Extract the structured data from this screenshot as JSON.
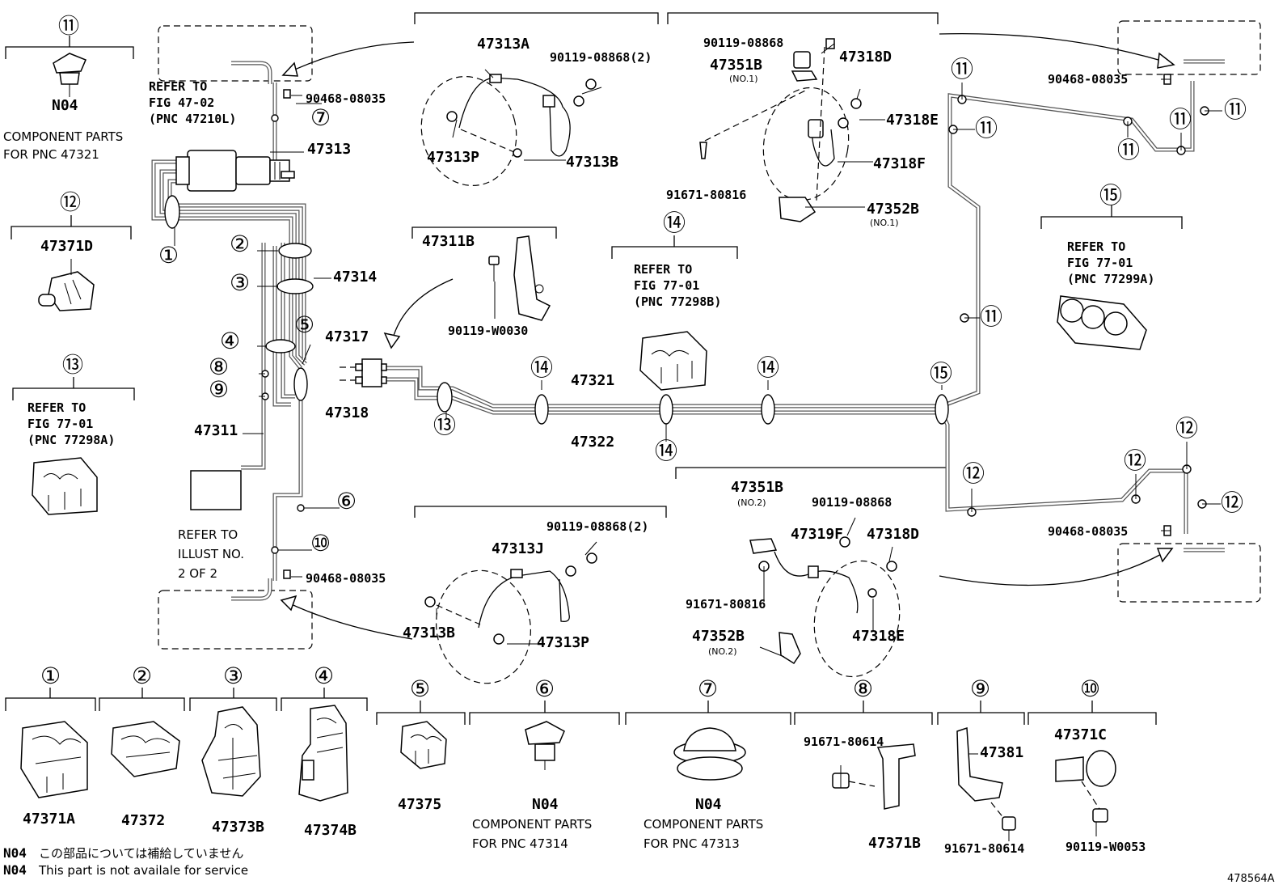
{
  "diagram_id": "478564A",
  "notes": {
    "n04_code": "N04",
    "n04_jp": "この部品については補給していません",
    "n04_en": "This part is not availale for service"
  },
  "parts": {
    "p47313A": "47313A",
    "p90119_08868_2a": "90119-08868(2)",
    "p47313P_top": "47313P",
    "p47313B_top": "47313B",
    "p90119_08868_top": "90119-08868",
    "p47351B_top": "47351B",
    "p47351B_top_sub": "(NO.1)",
    "p47318D_top": "47318D",
    "p47318E_top": "47318E",
    "p47318F": "47318F",
    "p91671_80816_top": "91671-80816",
    "p47352B_top": "47352B",
    "p47352B_top_sub": "(NO.1)",
    "p90468_top_left": "90468-08035",
    "p47313": "47313",
    "p47314": "47314",
    "p47317": "47317",
    "p47318": "47318",
    "p47311": "47311",
    "p47311B": "47311B",
    "p90119_W0030": "90119-W0030",
    "p47321": "47321",
    "p47322": "47322",
    "p47371D": "47371D",
    "p90468_bottom_left": "90468-08035",
    "p90468_top_right": "90468-08035",
    "p90468_bottom_right": "90468-08035",
    "p90119_08868_2b": "90119-08868(2)",
    "p47313J": "47313J",
    "p47313B_bot": "47313B",
    "p47313P_bot": "47313P",
    "p47351B_bot": "47351B",
    "p47351B_bot_sub": "(NO.2)",
    "p90119_08868_bot": "90119-08868",
    "p47319F": "47319F",
    "p47318D_bot": "47318D",
    "p91671_80816_bot": "91671-80816",
    "p47352B_bot": "47352B",
    "p47352B_bot_sub": "(NO.2)",
    "p47318E_bot": "47318E",
    "p47371A": "47371A",
    "p47372": "47372",
    "p47373B": "47373B",
    "p47374B": "47374B",
    "p47375": "47375",
    "p91671_80614_a": "91671-80614",
    "p47371B": "47371B",
    "p47381": "47381",
    "p91671_80614_b": "91671-80614",
    "p47371C": "47371C",
    "p90119_W0053": "90119-W0053"
  },
  "refs": {
    "fig4702_1": "REFER TO",
    "fig4702_2": "FIG 47-02",
    "fig4702_3": "(PNC 47210L)",
    "fig77_b_1": "REFER TO",
    "fig77_b_2": "FIG 77-01",
    "fig77_b_3": "(PNC 77298B)",
    "fig77_a_1": "REFER TO",
    "fig77_a_2": "FIG 77-01",
    "fig77_a_3": "(PNC 77298A)",
    "fig77_c_1": "REFER TO",
    "fig77_c_2": "FIG 77-01",
    "fig77_c_3": "(PNC 77299A)",
    "illust_1": "REFER TO",
    "illust_2": "ILLUST NO.",
    "illust_3": "2 OF 2"
  },
  "components": {
    "c11_code": "N04",
    "c11_1": "COMPONENT PARTS",
    "c11_2": "FOR PNC 47321",
    "c6_code": "N04",
    "c6_1": "COMPONENT PARTS",
    "c6_2": "FOR PNC 47314",
    "c7_code": "N04",
    "c7_1": "COMPONENT PARTS",
    "c7_2": "FOR PNC 47313"
  },
  "callouts": {
    "n1": "①",
    "n2": "②",
    "n3": "③",
    "n4": "④",
    "n5": "⑤",
    "n6": "⑥",
    "n7": "⑦",
    "n8": "⑧",
    "n9": "⑨",
    "n10": "⑩",
    "n11": "⑪",
    "n12": "⑫",
    "n13": "⑬",
    "n14": "⑭",
    "n15": "⑮"
  }
}
